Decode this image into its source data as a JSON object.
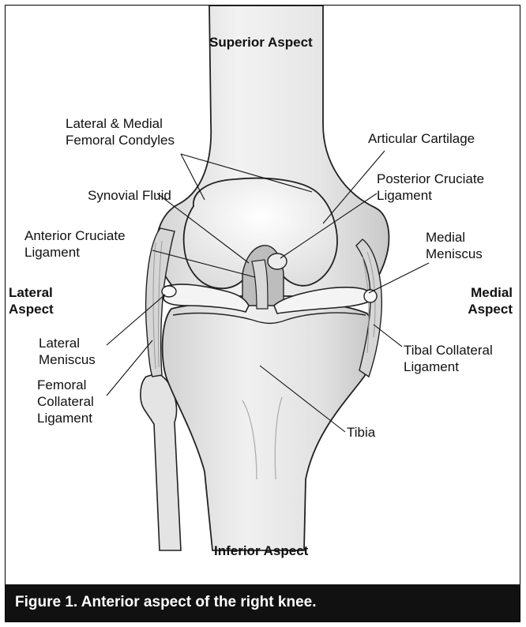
{
  "labels": {
    "superior": "Superior Aspect",
    "inferior": "Inferior Aspect",
    "lateral_aspect_1": "Lateral",
    "lateral_aspect_2": "Aspect",
    "medial_aspect_1": "Medial",
    "medial_aspect_2": "Aspect",
    "femoral_condyles_1": "Lateral & Medial",
    "femoral_condyles_2": "Femoral Condyles",
    "articular_cartilage": "Articular Cartilage",
    "synovial_fluid": "Synovial Fluid",
    "pcl_1": "Posterior Cruciate",
    "pcl_2": "Ligament",
    "acl_1": "Anterior Cruciate",
    "acl_2": "Ligament",
    "medial_meniscus_1": "Medial",
    "medial_meniscus_2": "Meniscus",
    "lateral_meniscus_1": "Lateral",
    "lateral_meniscus_2": "Meniscus",
    "tibial_collateral_1": "Tibal Collateral",
    "tibial_collateral_2": "Ligament",
    "femoral_collateral_1": "Femoral",
    "femoral_collateral_2": "Collateral",
    "femoral_collateral_3": "Ligament",
    "tibia": "Tibia"
  },
  "caption": "Figure 1. Anterior aspect of the right knee.",
  "colors": {
    "bone_fill": "#e9e9e9",
    "bone_shade": "#c8c8c8",
    "outline": "#222222",
    "caption_bg": "#111111"
  }
}
